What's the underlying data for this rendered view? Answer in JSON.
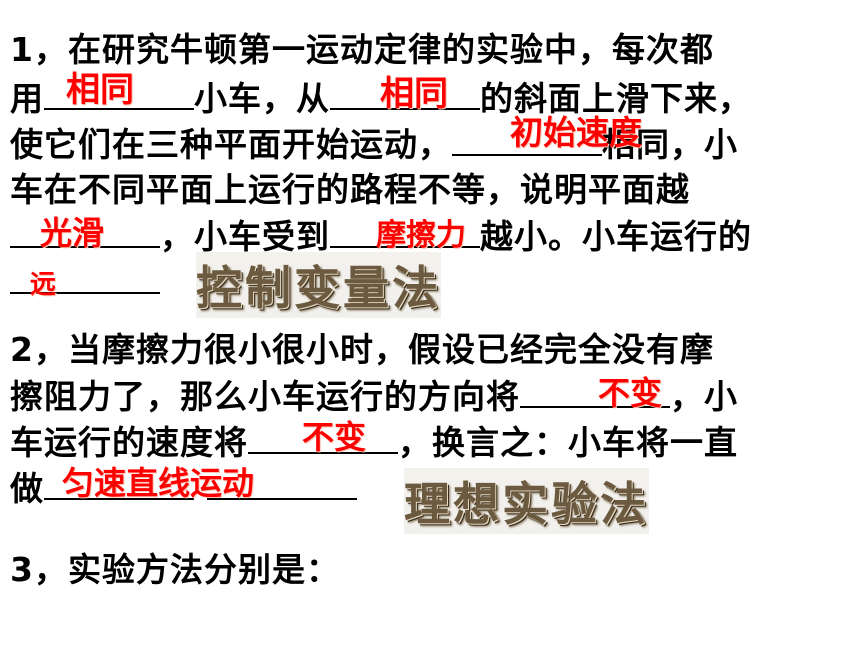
{
  "q1": {
    "line1": "1，在研究牛顿第一运动定律的实验中，每次都",
    "line2_a": "用",
    "line2_b": "小车，从",
    "line2_c": "的斜面上滑下来，",
    "line3_a": "使它们在三种平面开始运动，",
    "line3_b": "相同，小",
    "line4": "车在不同平面上运行的路程不等，说明平面越",
    "line5_a": "，小车受到",
    "line5_b": "越小。小车运行的",
    "answers": {
      "a1": "相同",
      "a2": "相同",
      "a3": "初始速度",
      "a4": "光滑",
      "a5": "摩擦力",
      "a6": "远"
    },
    "method": "控制变量法"
  },
  "q2": {
    "line1": "2，当摩擦力很小很小时，假设已经完全没有摩",
    "line2_a": "擦阻力了，那么小车运行的方向将",
    "line2_b": "，小",
    "line3_a": "车运行的速度将",
    "line3_b": "，换言之：小车将一直",
    "line4_a": "做",
    "answers": {
      "a1": "不变",
      "a2": "不变",
      "a3": "匀速直线运动"
    },
    "method": "理想实验法"
  },
  "q3": {
    "line1": "3，实验方法分别是："
  }
}
